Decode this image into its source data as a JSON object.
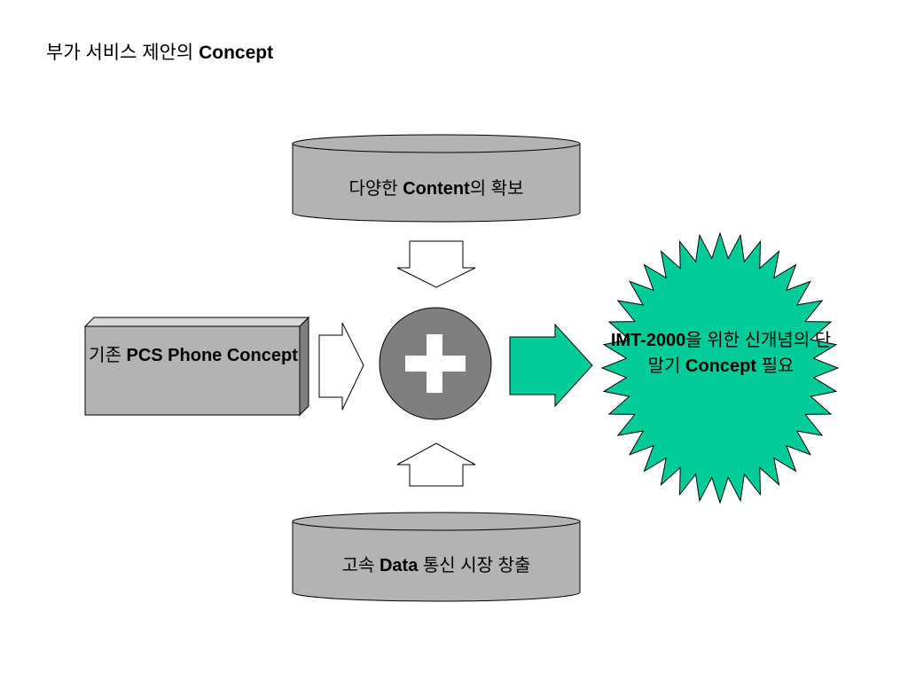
{
  "title": {
    "korean": "부가 서비스 제안의",
    "latin": "Concept"
  },
  "diagram": {
    "top_cylinder": {
      "pre": "다양한",
      "bold": "Content",
      "post": "의 확보"
    },
    "bottom_cylinder": {
      "pre": "고속",
      "bold": "Data",
      "post": "통신 시장 창출"
    },
    "left_box": {
      "pre": "기존",
      "bold": "PCS Phone Concept"
    },
    "center_symbol": "+",
    "result_star": {
      "bold1": "IMT-2000",
      "text1": "을 위한 신개념의 단말기",
      "bold2": "Concept",
      "text2": "필요"
    }
  },
  "colors": {
    "shape_fill": "#b3b3b3",
    "shape_stroke": "#000000",
    "circle_fill": "#7f7f7f",
    "accent": "#00cc99",
    "arrow_fill": "#ffffff"
  }
}
